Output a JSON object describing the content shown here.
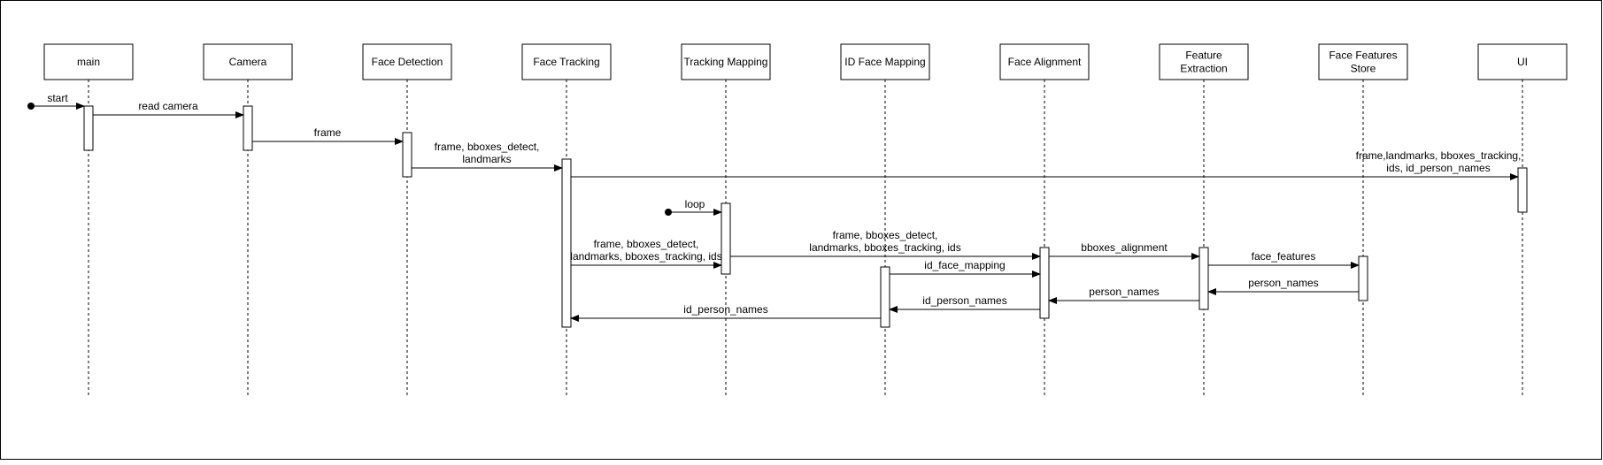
{
  "participants": [
    {
      "id": "main",
      "lines": [
        "main"
      ]
    },
    {
      "id": "camera",
      "lines": [
        "Camera"
      ]
    },
    {
      "id": "face_detection",
      "lines": [
        "Face Detection"
      ]
    },
    {
      "id": "face_tracking",
      "lines": [
        "Face Tracking"
      ]
    },
    {
      "id": "tracking_mapping",
      "lines": [
        "Tracking Mapping"
      ]
    },
    {
      "id": "id_face_mapping",
      "lines": [
        "ID Face Mapping"
      ]
    },
    {
      "id": "face_alignment",
      "lines": [
        "Face Alignment"
      ]
    },
    {
      "id": "feature_extraction",
      "lines": [
        "Feature",
        "Extraction"
      ]
    },
    {
      "id": "face_features_store",
      "lines": [
        "Face Features",
        "Store"
      ]
    },
    {
      "id": "ui",
      "lines": [
        "UI"
      ]
    }
  ],
  "found_messages": [
    {
      "label": "start",
      "to": "main"
    },
    {
      "label": "loop",
      "to": "tracking_mapping"
    }
  ],
  "messages": [
    {
      "from": "main",
      "to": "camera",
      "kind": "call",
      "label": [
        "read camera"
      ]
    },
    {
      "from": "camera",
      "to": "face_detection",
      "kind": "call",
      "label": [
        "frame"
      ]
    },
    {
      "from": "face_detection",
      "to": "face_tracking",
      "kind": "call",
      "label": [
        "frame, bboxes_detect,",
        "landmarks"
      ]
    },
    {
      "from": "face_tracking",
      "to": "ui",
      "kind": "call",
      "label": [
        "frame,landmarks, bboxes_tracking,",
        "ids, id_person_names"
      ]
    },
    {
      "from": "face_tracking",
      "to": "tracking_mapping",
      "kind": "call",
      "label": [
        "frame, bboxes_detect,",
        "landmarks, bboxes_tracking, ids"
      ]
    },
    {
      "from": "tracking_mapping",
      "to": "face_alignment",
      "kind": "call",
      "label": [
        "frame, bboxes_detect,",
        "landmarks, bboxes_tracking, ids"
      ]
    },
    {
      "from": "face_alignment",
      "to": "feature_extraction",
      "kind": "call",
      "label": [
        "bboxes_alignment"
      ]
    },
    {
      "from": "id_face_mapping",
      "to": "face_alignment",
      "kind": "call",
      "label": [
        "id_face_mapping"
      ]
    },
    {
      "from": "feature_extraction",
      "to": "face_features_store",
      "kind": "call",
      "label": [
        "face_features"
      ]
    },
    {
      "from": "face_features_store",
      "to": "feature_extraction",
      "kind": "return",
      "label": [
        "person_names"
      ]
    },
    {
      "from": "feature_extraction",
      "to": "face_alignment",
      "kind": "return",
      "label": [
        "person_names"
      ]
    },
    {
      "from": "face_alignment",
      "to": "id_face_mapping",
      "kind": "return",
      "label": [
        "id_person_names"
      ]
    },
    {
      "from": "id_face_mapping",
      "to": "face_tracking",
      "kind": "return",
      "label": [
        "id_person_names"
      ]
    }
  ]
}
